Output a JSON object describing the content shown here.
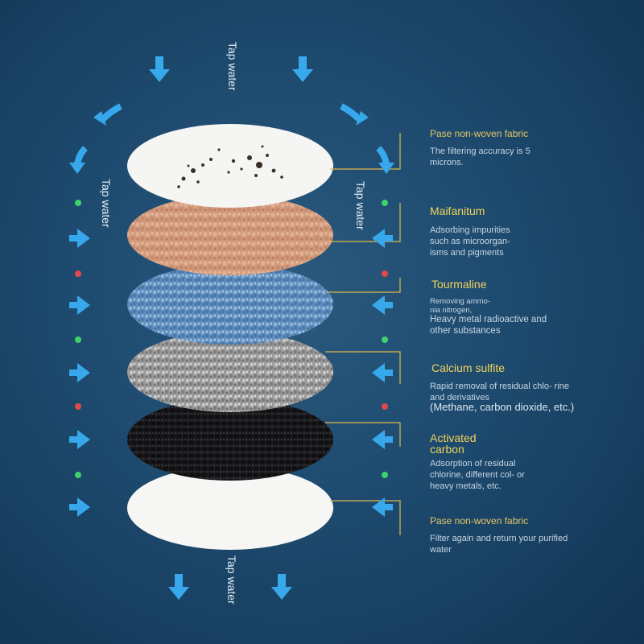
{
  "flow_labels": {
    "top": "Tap water",
    "left": "Tap water",
    "middle": "Tap water",
    "bottom": "Tap water"
  },
  "layers": [
    {
      "title": "Pase non-woven fabric",
      "description": "The filtering accuracy is 5 microns.",
      "color": "#f4f4f2"
    },
    {
      "title": "Maifanitum",
      "description": "Adsorbing impurities such as microorgan- isms and pigments",
      "color": "#d7a184"
    },
    {
      "title": "Tourmaline",
      "description_a": "Removing ammo- nia nitrogen,",
      "description_b": "Heavy metal radioactive and other substances",
      "color": "#6f9cc9"
    },
    {
      "title": "Calcium sulfite",
      "description_a": "Rapid removal of residual chlo- rine and derivatives",
      "description_b": "(Methane, carbon dioxide, etc.)",
      "color": "#a9a9a9"
    },
    {
      "title": "Activated carbon",
      "description": "Adsorption of residual chlorine, different col- or heavy metals, etc.",
      "color": "#1e1e22"
    },
    {
      "title": "Pase non-woven fabric",
      "description": "Filter again and return your purified water",
      "color": "#f6f6f4"
    }
  ],
  "colors": {
    "arrow": "#37a8ec",
    "leader_line": "#e0b84a",
    "title_text": "#f2d35a",
    "dot_green": "#3ed36a",
    "dot_red": "#e04a4a"
  }
}
